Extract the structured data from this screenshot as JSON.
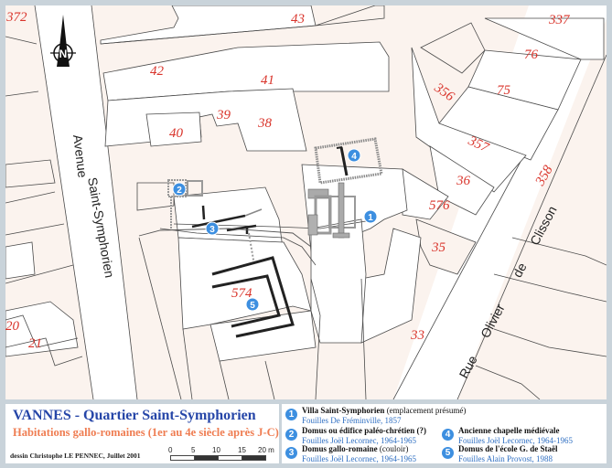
{
  "map": {
    "north_arrow": {
      "label": "N"
    },
    "streets": [
      {
        "name": "Avenue"
      },
      {
        "name": "Saint-Symphorien"
      },
      {
        "name": "Rue Olivier de Clisson",
        "words": [
          "Rue",
          "Olivier",
          "de",
          "Clisson"
        ]
      }
    ],
    "plot_numbers": [
      "372",
      "43",
      "337",
      "42",
      "76",
      "41",
      "356",
      "75",
      "39",
      "40",
      "38",
      "357",
      "358",
      "36",
      "576",
      "35",
      "574",
      "33",
      "20",
      "21"
    ],
    "markers": [
      {
        "id": "1",
        "label": "1"
      },
      {
        "id": "2",
        "label": "2"
      },
      {
        "id": "3",
        "label": "3"
      },
      {
        "id": "4",
        "label": "4"
      },
      {
        "id": "5",
        "label": "5"
      }
    ],
    "colors": {
      "background": "#fbf3ee",
      "plot_number": "#d9342b",
      "marker": "#3d8fe0",
      "frame": "#c9d3da"
    }
  },
  "legend": {
    "title": "VANNES - Quartier Saint-Symphorien",
    "subtitle": "Habitations gallo-romaines (1er au 4e siècle après J-C)",
    "credit": "dessin Christophe LE PENNEC, Juillet 2001",
    "scale": {
      "ticks": [
        "0",
        "5",
        "10",
        "15",
        "20 m"
      ]
    },
    "items": [
      {
        "num": "1",
        "name": "Villa Saint-Symphorien",
        "note": " (emplacement présumé)",
        "source": "Fouilles De Fréminville, 1857"
      },
      {
        "num": "2",
        "name": "Domus ou édifice paléo-chrétien (?)",
        "note": "",
        "source": "Fouilles Joël Lecornec, 1964-1965"
      },
      {
        "num": "3",
        "name": "Domus gallo-romaine",
        "note": " (couloir)",
        "source": "Fouilles Joël Lecornec, 1964-1965"
      },
      {
        "num": "4",
        "name": "Ancienne chapelle médiévale",
        "note": "",
        "source": "Fouilles Joël Lecornec, 1964-1965"
      },
      {
        "num": "5",
        "name": "Domus de l'école G. de Staël",
        "note": "",
        "source": "Fouilles Alain Provost, 1988"
      }
    ]
  }
}
